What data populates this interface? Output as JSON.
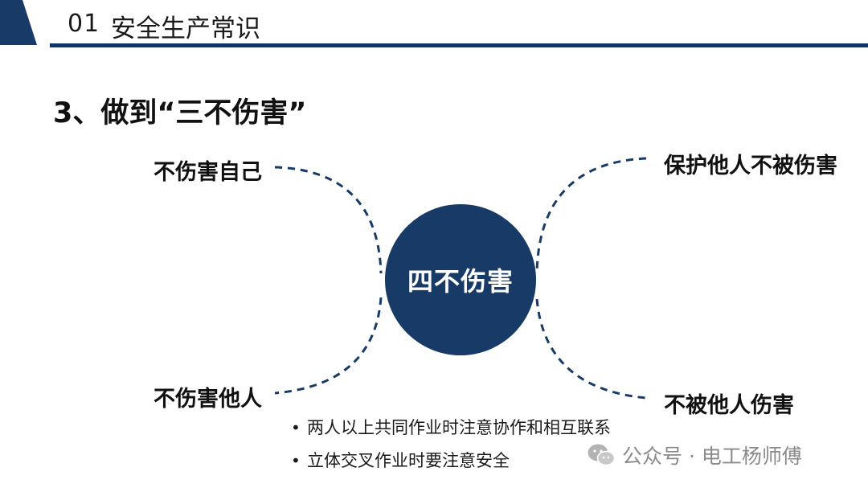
{
  "header": {
    "number": "01",
    "title": "安全生产常识"
  },
  "slide": {
    "heading": "3、做到“三不伤害”",
    "center_label": "四不伤害"
  },
  "points": {
    "top_left": "不伤害自己",
    "top_right": "保护他人不被伤害",
    "bottom_left": "不伤害他人",
    "bottom_right": "不被他人伤害"
  },
  "notes": {
    "bullet": "•",
    "items": [
      "两人以上共同作业时注意协作和相互联系",
      "立体交叉作业时要注意安全"
    ]
  },
  "watermark": {
    "text": "公众号 · 电工杨师傅",
    "icon": "wechat-icon"
  },
  "colors": {
    "primary": "#173a67",
    "header_bar": "#0f3464",
    "text": "#111111",
    "watermark": "#8a8a8a"
  }
}
